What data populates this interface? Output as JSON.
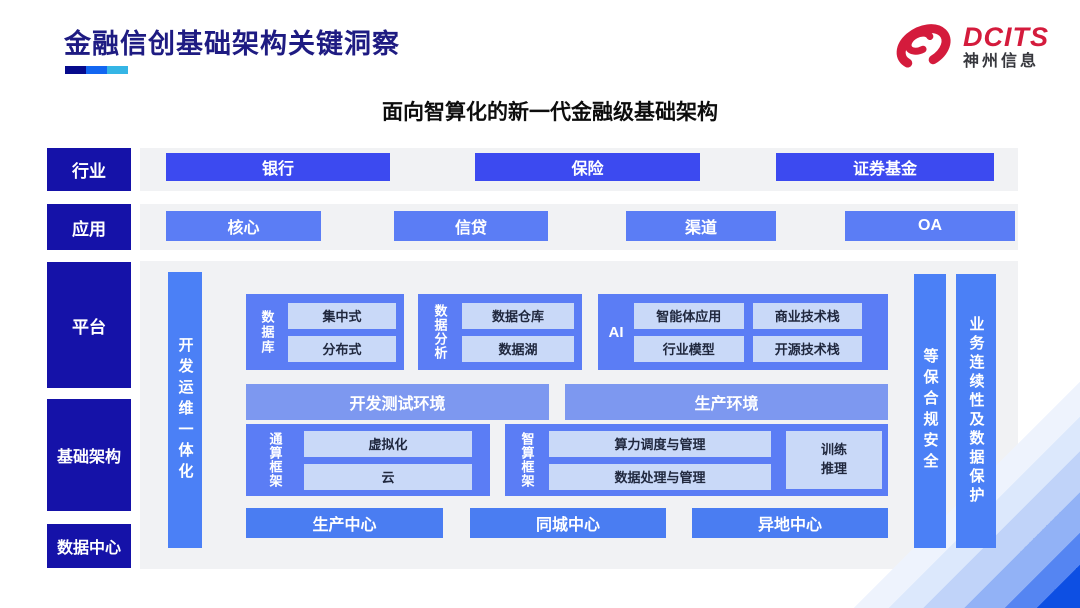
{
  "page": {
    "title": "金融信创基础架构关键洞察",
    "subtitle": "面向智算化的新一代金融级基础架构"
  },
  "logo": {
    "brand": "DCITS",
    "company": "神州信息"
  },
  "colors": {
    "sidebar_navy": "#1512a8",
    "industry_blue": "#3c4af0",
    "application_blue": "#5b7df5",
    "env_bar_blue": "#7d98f0",
    "vertical_bar_blue": "#4b80f6",
    "center_blue": "#4a7df2",
    "chip_light_blue": "#c9d9f8",
    "title_navy": "#1e1b82",
    "brand_red": "#d41b3c",
    "corner_dark_blue": "#0d4fe3"
  },
  "sidebar": {
    "items": [
      {
        "label": "行业"
      },
      {
        "label": "应用"
      },
      {
        "label": "平台"
      },
      {
        "label": "基础架构"
      },
      {
        "label": "数据中心"
      }
    ]
  },
  "industry_row": {
    "items": [
      {
        "label": "银行"
      },
      {
        "label": "保险"
      },
      {
        "label": "证券基金"
      }
    ]
  },
  "application_row": {
    "items": [
      {
        "label": "核心"
      },
      {
        "label": "信贷"
      },
      {
        "label": "渠道"
      },
      {
        "label": "OA"
      }
    ]
  },
  "platform": {
    "devops_bar": "开发运维一体化",
    "database_group": {
      "label": "数据库",
      "items": [
        {
          "label": "集中式"
        },
        {
          "label": "分布式"
        }
      ]
    },
    "analytics_group": {
      "label": "数据分析",
      "items": [
        {
          "label": "数据仓库"
        },
        {
          "label": "数据湖"
        }
      ]
    },
    "ai_group": {
      "label": "AI",
      "items": [
        {
          "label": "智能体应用"
        },
        {
          "label": "商业技术栈"
        },
        {
          "label": "行业模型"
        },
        {
          "label": "开源技术栈"
        }
      ]
    },
    "env_bars": [
      {
        "label": "开发测试环境"
      },
      {
        "label": "生产环境"
      }
    ],
    "general_framework": {
      "label": "通算框架",
      "items": [
        {
          "label": "虚拟化"
        },
        {
          "label": "云"
        }
      ]
    },
    "intelligent_framework": {
      "label": "智算框架",
      "items": [
        {
          "label": "算力调度与管理"
        },
        {
          "label": "数据处理与管理"
        }
      ],
      "side_box": "训练\n推理"
    },
    "centers": [
      {
        "label": "生产中心"
      },
      {
        "label": "同城中心"
      },
      {
        "label": "异地中心"
      }
    ],
    "security_bar": "等保合规安全",
    "continuity_bar": "业务连续性及数据保护"
  }
}
